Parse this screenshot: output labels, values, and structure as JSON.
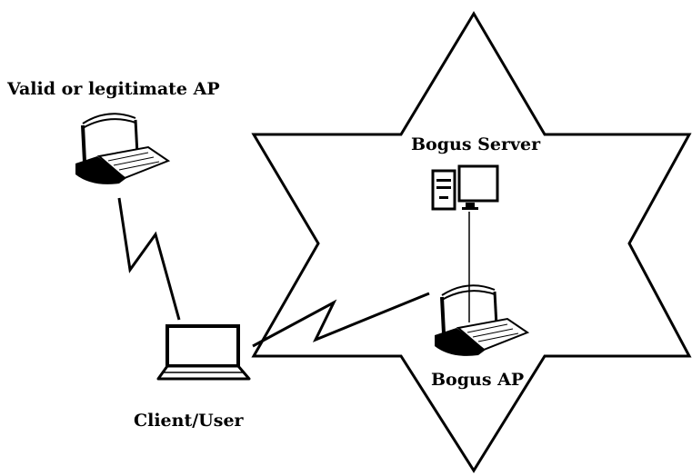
{
  "labels": {
    "valid_ap": "Valid or legitimate AP",
    "bogus_server": "Bogus Server",
    "bogus_ap": "Bogus AP",
    "client": "Client/User"
  },
  "colors": {
    "line": "#000000",
    "background": "#ffffff"
  },
  "icons": {
    "valid_ap": "wireless-access-point-icon",
    "bogus_server": "desktop-computer-icon",
    "bogus_ap": "wireless-access-point-icon",
    "client": "laptop-icon"
  }
}
